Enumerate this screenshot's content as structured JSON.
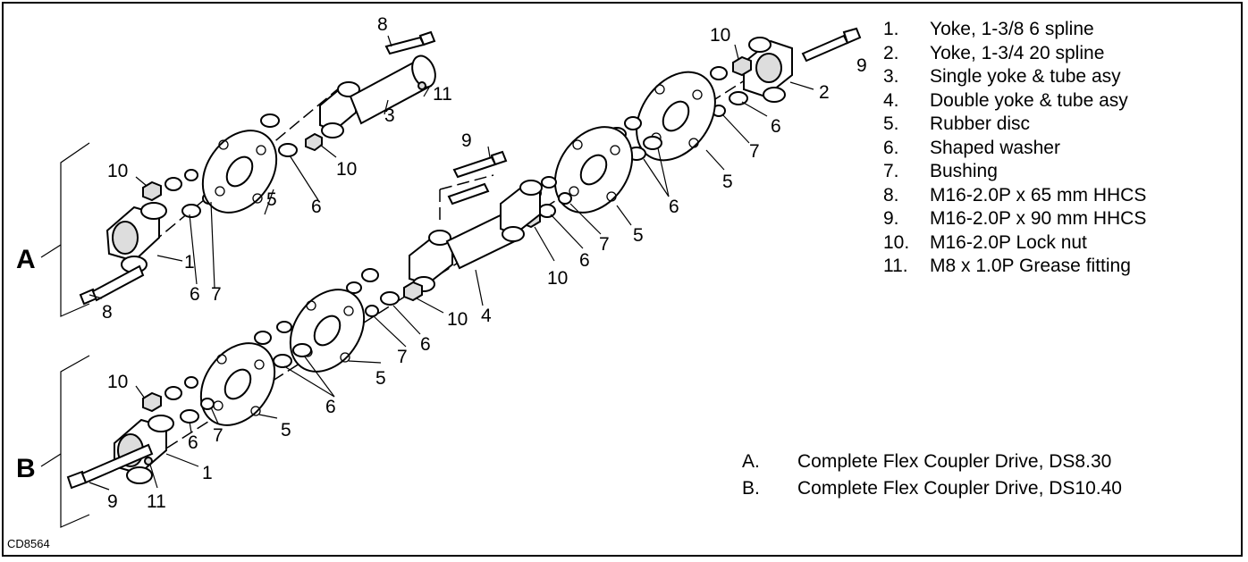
{
  "figure": {
    "id": "CD8564"
  },
  "assemblies": [
    {
      "key": "A.",
      "label": "A",
      "description": "Complete Flex Coupler Drive, DS8.30"
    },
    {
      "key": "B.",
      "label": "B",
      "description": "Complete Flex Coupler Drive, DS10.40"
    }
  ],
  "parts": [
    {
      "number": "1.",
      "callout": "1",
      "name": "Yoke, 1-3/8 6 spline"
    },
    {
      "number": "2.",
      "callout": "2",
      "name": "Yoke, 1-3/4 20 spline"
    },
    {
      "number": "3.",
      "callout": "3",
      "name": "Single yoke & tube asy"
    },
    {
      "number": "4.",
      "callout": "4",
      "name": "Double yoke & tube asy"
    },
    {
      "number": "5.",
      "callout": "5",
      "name": "Rubber disc"
    },
    {
      "number": "6.",
      "callout": "6",
      "name": "Shaped washer"
    },
    {
      "number": "7.",
      "callout": "7",
      "name": "Bushing"
    },
    {
      "number": "8.",
      "callout": "8",
      "name": "M16-2.0P x 65 mm HHCS"
    },
    {
      "number": "9.",
      "callout": "9",
      "name": "M16-2.0P x 90 mm HHCS"
    },
    {
      "number": "10.",
      "callout": "10",
      "name": "M16-2.0P Lock nut"
    },
    {
      "number": "11.",
      "callout": "11",
      "name": "M8 x 1.0P Grease fitting"
    }
  ]
}
